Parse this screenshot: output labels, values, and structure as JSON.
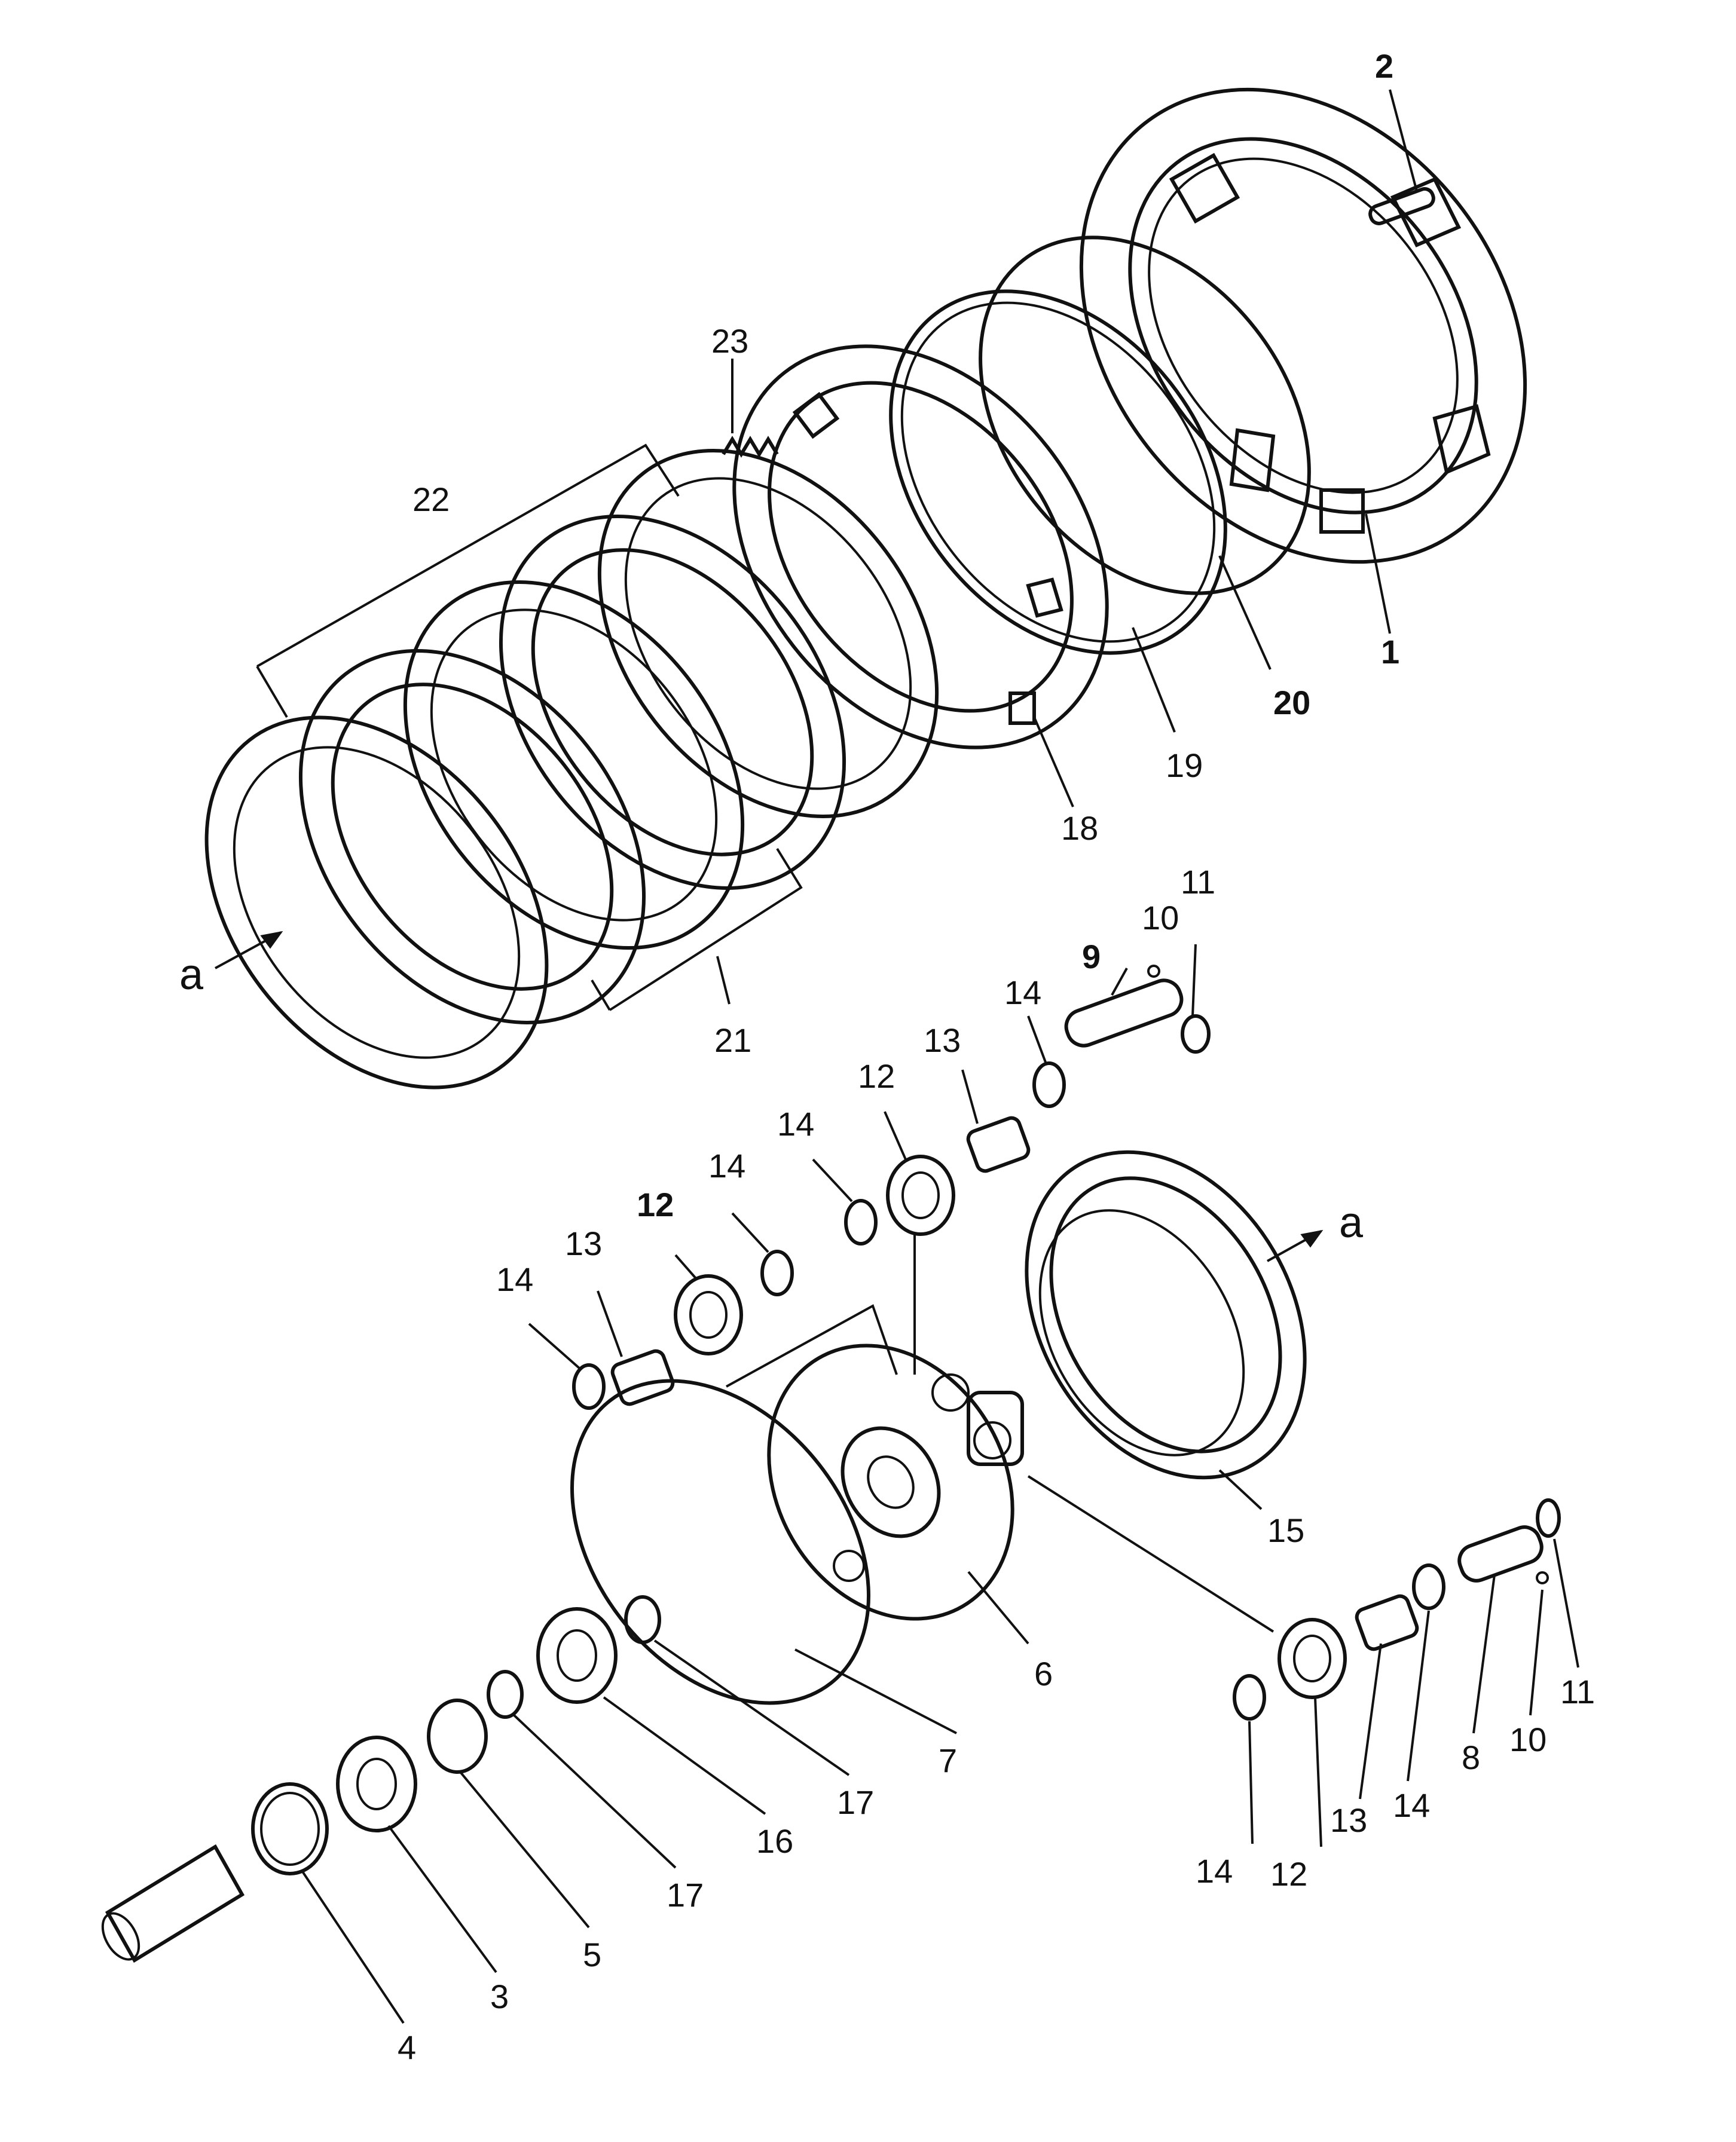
{
  "diagram": {
    "labels": {
      "l1": "1",
      "l2": "2",
      "l3": "3",
      "l4": "4",
      "l5": "5",
      "l6": "6",
      "l7": "7",
      "l8": "8",
      "l9": "9",
      "l10a": "10",
      "l10b": "10",
      "l11a": "11",
      "l11b": "11",
      "l12a": "12",
      "l12b": "12",
      "l12c": "12",
      "l13a": "13",
      "l13b": "13",
      "l13c": "13",
      "l14a": "14",
      "l14b": "14",
      "l14c": "14",
      "l14d": "14",
      "l14e": "14",
      "l14f": "14",
      "l15": "15",
      "l16": "16",
      "l17a": "17",
      "l17b": "17",
      "l18": "18",
      "l19": "19",
      "l20": "20",
      "l21": "21",
      "l22": "22",
      "l23": "23",
      "refA1": "a",
      "refA2": "a"
    }
  }
}
